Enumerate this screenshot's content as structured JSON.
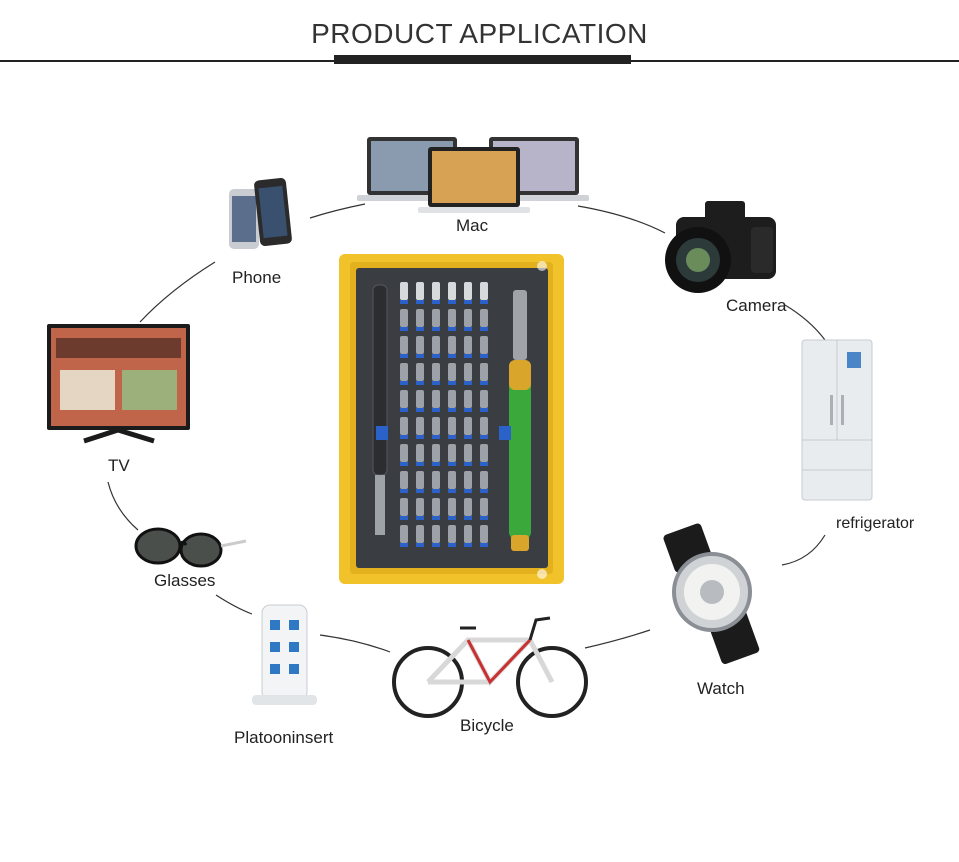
{
  "header": {
    "title": "PRODUCT APPLICATION"
  },
  "items": [
    {
      "id": "mac",
      "label": "Mac",
      "icon": "laptop-icon"
    },
    {
      "id": "phone",
      "label": "Phone",
      "icon": "phone-icon"
    },
    {
      "id": "camera",
      "label": "Camera",
      "icon": "camera-icon"
    },
    {
      "id": "tv",
      "label": "TV",
      "icon": "tv-icon"
    },
    {
      "id": "refrigerator",
      "label": "refrigerator",
      "icon": "refrigerator-icon"
    },
    {
      "id": "glasses",
      "label": "Glasses",
      "icon": "glasses-icon"
    },
    {
      "id": "watch",
      "label": "Watch",
      "icon": "watch-icon"
    },
    {
      "id": "platooninsert",
      "label": "Platooninsert",
      "icon": "power-tower-icon"
    },
    {
      "id": "bicycle",
      "label": "Bicycle",
      "icon": "bicycle-icon"
    }
  ],
  "colors": {
    "case": "#f2c22a",
    "foam": "#3a3d42",
    "bit_blue": "#2a62c9",
    "handle_green": "#3aa83a"
  }
}
